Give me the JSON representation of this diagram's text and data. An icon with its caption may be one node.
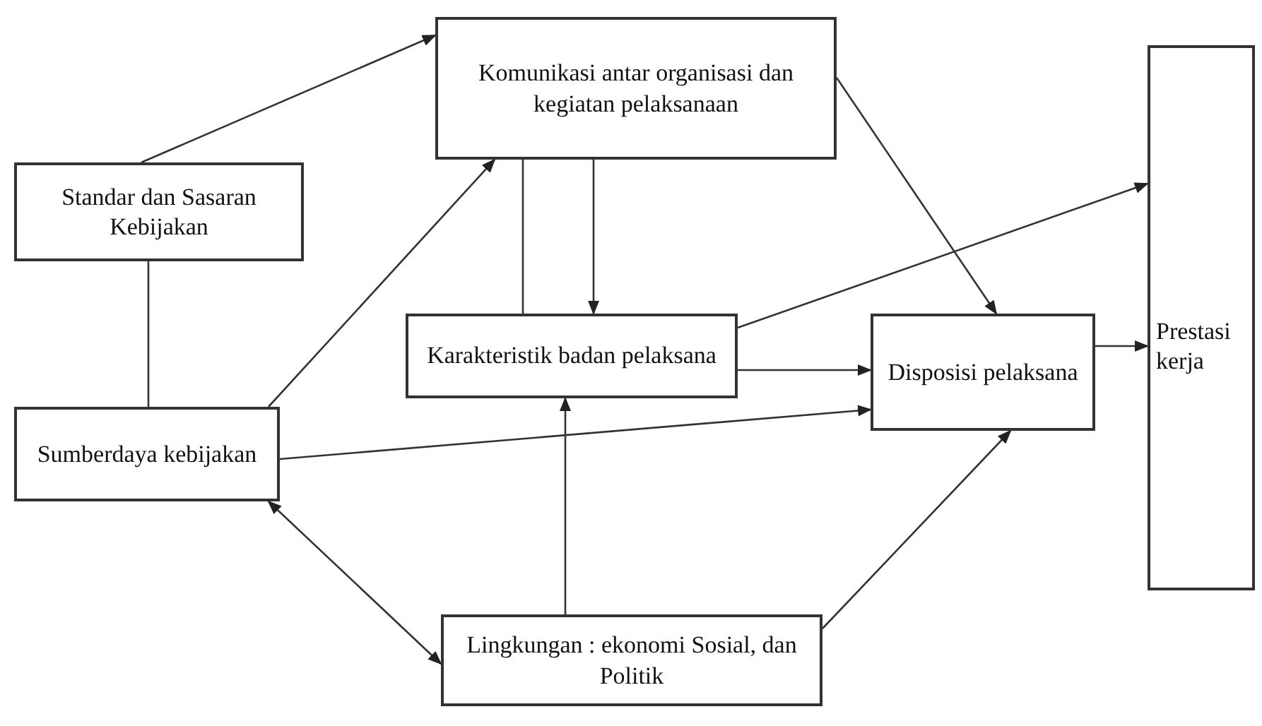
{
  "diagram": {
    "nodes": [
      {
        "text": [
          "Komunikasi antar organisasi dan kegiatan pelaksanaan"
        ]
      },
      {
        "text": [
          "Standar dan Sasaran Kebijakan"
        ]
      },
      {
        "text": [
          "Karakteristik badan pelaksana"
        ]
      },
      {
        "text": [
          "Sumberdaya kebijakan"
        ]
      },
      {
        "text": [
          "Disposisi pelaksana"
        ]
      },
      {
        "text": [
          "Prestasi kerja"
        ]
      },
      {
        "text": [
          "Lingkungan : ekonomi Sosial, dan Politik"
        ]
      }
    ],
    "edges": [
      {
        "from": 1,
        "to": 0,
        "arrow": "to"
      },
      {
        "from": 1,
        "to": 3,
        "arrow": "none"
      },
      {
        "from": 3,
        "to": 0,
        "arrow": "to"
      },
      {
        "from": 0,
        "to": 2,
        "arrow": "to"
      },
      {
        "from": 2,
        "to": 0,
        "arrow": "none"
      },
      {
        "from": 0,
        "to": 4,
        "arrow": "to"
      },
      {
        "from": 2,
        "to": 5,
        "arrow": "to"
      },
      {
        "from": 2,
        "to": 4,
        "arrow": "to"
      },
      {
        "from": 3,
        "to": 4,
        "arrow": "to"
      },
      {
        "from": 6,
        "to": 2,
        "arrow": "to"
      },
      {
        "from": 3,
        "to": 6,
        "arrow": "both"
      },
      {
        "from": 6,
        "to": 4,
        "arrow": "to"
      },
      {
        "from": 4,
        "to": 5,
        "arrow": "to"
      }
    ]
  }
}
